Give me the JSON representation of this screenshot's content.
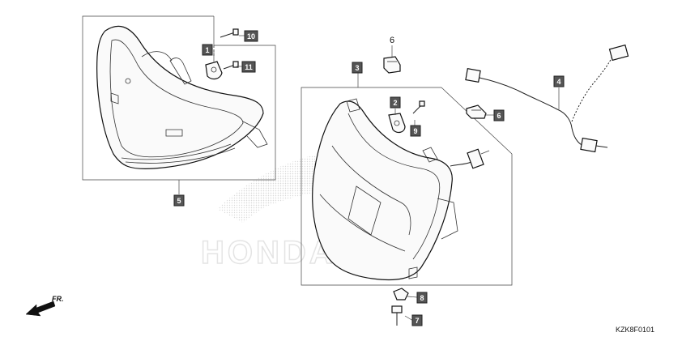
{
  "diagram": {
    "callouts": {
      "c1": "1",
      "c2": "2",
      "c3": "3",
      "c4": "4",
      "c5": "5",
      "c6_label": "6",
      "c6_box": "6",
      "c7": "7",
      "c8": "8",
      "c9": "9",
      "c10": "10",
      "c11": "11"
    },
    "front_marker": "FR.",
    "diagram_code": "KZK8F0101",
    "watermark_brand": "HONDA",
    "colors": {
      "callout_box": "#555555",
      "line": "#222222",
      "watermark": "#d8d8d8"
    }
  }
}
